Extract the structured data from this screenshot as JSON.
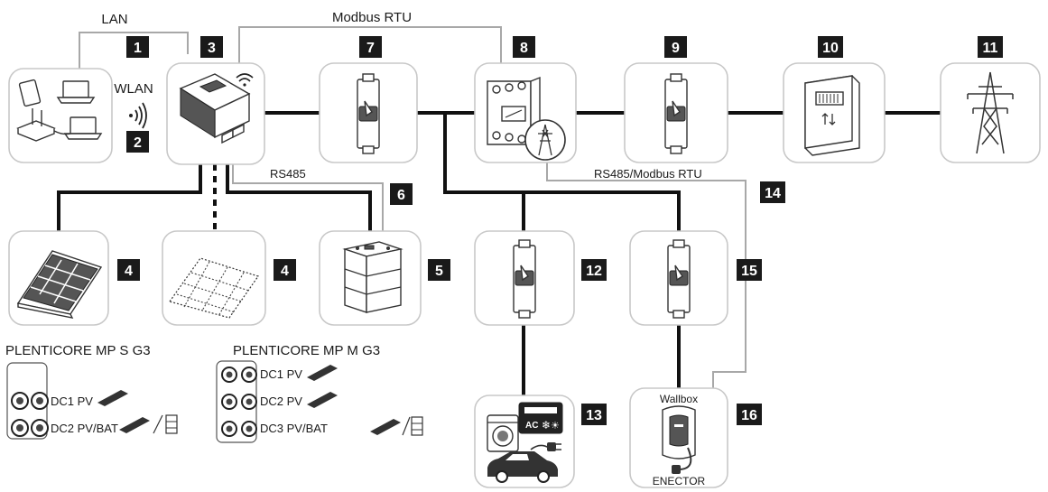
{
  "badges": {
    "b1": "1",
    "b2": "2",
    "b3": "3",
    "b4a": "4",
    "b4b": "4",
    "b5": "5",
    "b6": "6",
    "b7": "7",
    "b8": "8",
    "b9": "9",
    "b10": "10",
    "b11": "11",
    "b12": "12",
    "b13": "13",
    "b14": "14",
    "b15": "15",
    "b16": "16"
  },
  "connections": {
    "lan": "LAN",
    "wlan": "WLAN",
    "modbus_rtu": "Modbus RTU",
    "rs485": "RS485",
    "rs485_modbus": "RS485/Modbus RTU"
  },
  "devices": {
    "wallbox_label": "Wallbox",
    "wallbox_brand": "ENECTOR",
    "ac_label": "AC"
  },
  "variants": {
    "s": {
      "title": "PLENTICORE MP S G3",
      "dc1": "DC1 PV",
      "dc2": "DC2 PV/BAT"
    },
    "m": {
      "title": "PLENTICORE MP M G3",
      "dc1": "DC1 PV",
      "dc2": "DC2 PV",
      "dc3": "DC3 PV/BAT"
    }
  },
  "colors": {
    "power_line": "#111111",
    "data_line": "#a8a8a8",
    "badge": "#1a1a1a",
    "box_border": "#c8c8c8"
  }
}
